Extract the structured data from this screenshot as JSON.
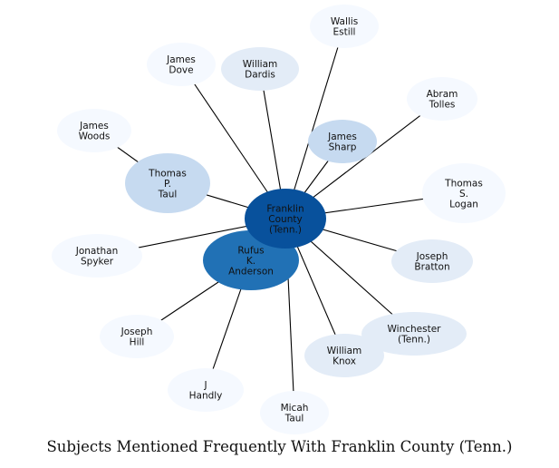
{
  "caption": "Subjects Mentioned Frequently With Franklin County (Tenn.)",
  "colors": {
    "palest": "#f5f9ff",
    "pale": "#e3ecf7",
    "light": "#c6daf0",
    "medium": "#2171b5",
    "dark": "#08519c",
    "edge": "#000000"
  },
  "center": {
    "id": "franklin-county",
    "lines": [
      "Franklin",
      "County",
      "(Tenn.)"
    ],
    "tone": "dark"
  },
  "nodes": [
    {
      "id": "wallis-estill",
      "lines": [
        "Wallis",
        "Estill"
      ],
      "tone": "palest"
    },
    {
      "id": "james-dove",
      "lines": [
        "James",
        "Dove"
      ],
      "tone": "palest"
    },
    {
      "id": "william-dardis",
      "lines": [
        "William",
        "Dardis"
      ],
      "tone": "pale"
    },
    {
      "id": "abram-tolles",
      "lines": [
        "Abram",
        "Tolles"
      ],
      "tone": "palest"
    },
    {
      "id": "james-woods",
      "lines": [
        "James",
        "Woods"
      ],
      "tone": "palest"
    },
    {
      "id": "james-sharp",
      "lines": [
        "James",
        "Sharp"
      ],
      "tone": "light"
    },
    {
      "id": "thomas-p-taul",
      "lines": [
        "Thomas",
        "P.",
        "Taul"
      ],
      "tone": "light"
    },
    {
      "id": "thomas-s-logan",
      "lines": [
        "Thomas",
        "S.",
        "Logan"
      ],
      "tone": "palest"
    },
    {
      "id": "jonathan-spyker",
      "lines": [
        "Jonathan",
        "Spyker"
      ],
      "tone": "palest"
    },
    {
      "id": "rufus-k-anderson",
      "lines": [
        "Rufus",
        "K.",
        "Anderson"
      ],
      "tone": "medium"
    },
    {
      "id": "joseph-bratton",
      "lines": [
        "Joseph",
        "Bratton"
      ],
      "tone": "pale"
    },
    {
      "id": "joseph-hill",
      "lines": [
        "Joseph",
        "Hill"
      ],
      "tone": "palest"
    },
    {
      "id": "winchester-tenn",
      "lines": [
        "Winchester",
        "(Tenn.)"
      ],
      "tone": "pale"
    },
    {
      "id": "william-knox",
      "lines": [
        "William",
        "Knox"
      ],
      "tone": "pale"
    },
    {
      "id": "j-handly",
      "lines": [
        "J",
        "Handly"
      ],
      "tone": "palest"
    },
    {
      "id": "micah-taul",
      "lines": [
        "Micah",
        "Taul"
      ],
      "tone": "palest"
    }
  ],
  "edges": [
    [
      "franklin-county",
      "wallis-estill"
    ],
    [
      "franklin-county",
      "james-dove"
    ],
    [
      "franklin-county",
      "william-dardis"
    ],
    [
      "franklin-county",
      "abram-tolles"
    ],
    [
      "franklin-county",
      "james-sharp"
    ],
    [
      "franklin-county",
      "thomas-p-taul"
    ],
    [
      "franklin-county",
      "thomas-s-logan"
    ],
    [
      "franklin-county",
      "jonathan-spyker"
    ],
    [
      "franklin-county",
      "rufus-k-anderson"
    ],
    [
      "franklin-county",
      "joseph-bratton"
    ],
    [
      "franklin-county",
      "winchester-tenn"
    ],
    [
      "franklin-county",
      "william-knox"
    ],
    [
      "franklin-county",
      "micah-taul"
    ],
    [
      "thomas-p-taul",
      "james-woods"
    ],
    [
      "rufus-k-anderson",
      "joseph-hill"
    ],
    [
      "rufus-k-anderson",
      "j-handly"
    ]
  ]
}
